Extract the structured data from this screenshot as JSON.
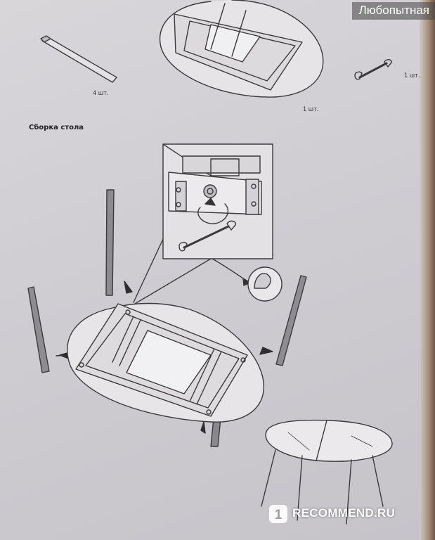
{
  "parts": {
    "leg_qty": "4 шт.",
    "tabletop_qty": "1 шт.",
    "wrench_qty": "1 шт."
  },
  "section": {
    "title": "Сборка стола"
  },
  "watermarks": {
    "site_name": "Любопытная",
    "logo_text": "RECOMMEND.RU"
  }
}
